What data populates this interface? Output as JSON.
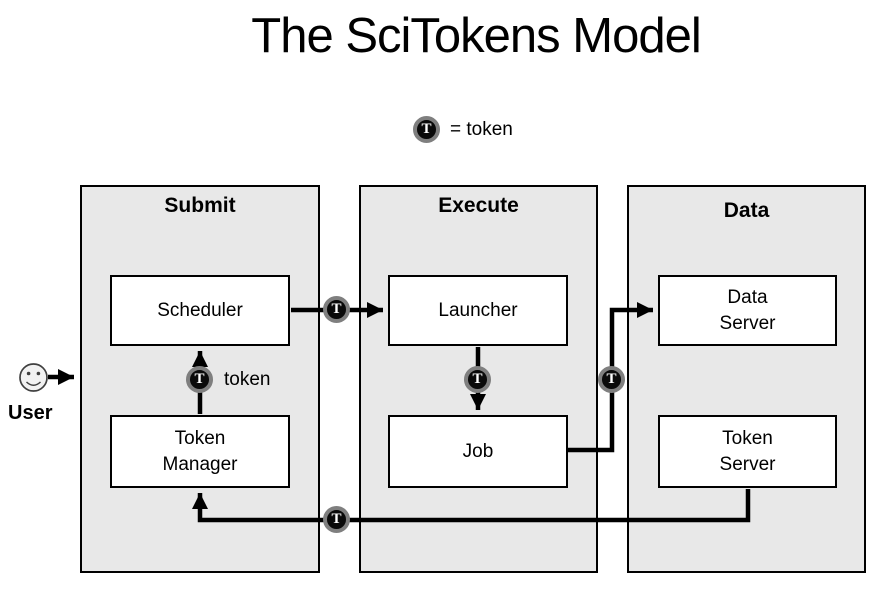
{
  "title": "The SciTokens Model",
  "legend": {
    "label": "= token"
  },
  "tokens": {
    "symbol": "T",
    "inline_label": "token"
  },
  "user": {
    "label": "User"
  },
  "panels": [
    {
      "label": "Submit"
    },
    {
      "label": "Execute"
    },
    {
      "label": "Data"
    }
  ],
  "boxes": [
    {
      "label": "Scheduler"
    },
    {
      "label": "Token\nManager"
    },
    {
      "label": "Launcher"
    },
    {
      "label": "Job"
    },
    {
      "label": "Data\nServer"
    },
    {
      "label": "Token\nServer"
    }
  ],
  "colors": {
    "panel_fill": "#e8e8e8",
    "border": "#000000",
    "box_fill": "#ffffff",
    "arrow": "#000000",
    "token_fill": "#0a0a0a",
    "token_ring": "#7f7f7f",
    "token_text": "#ffffff"
  }
}
